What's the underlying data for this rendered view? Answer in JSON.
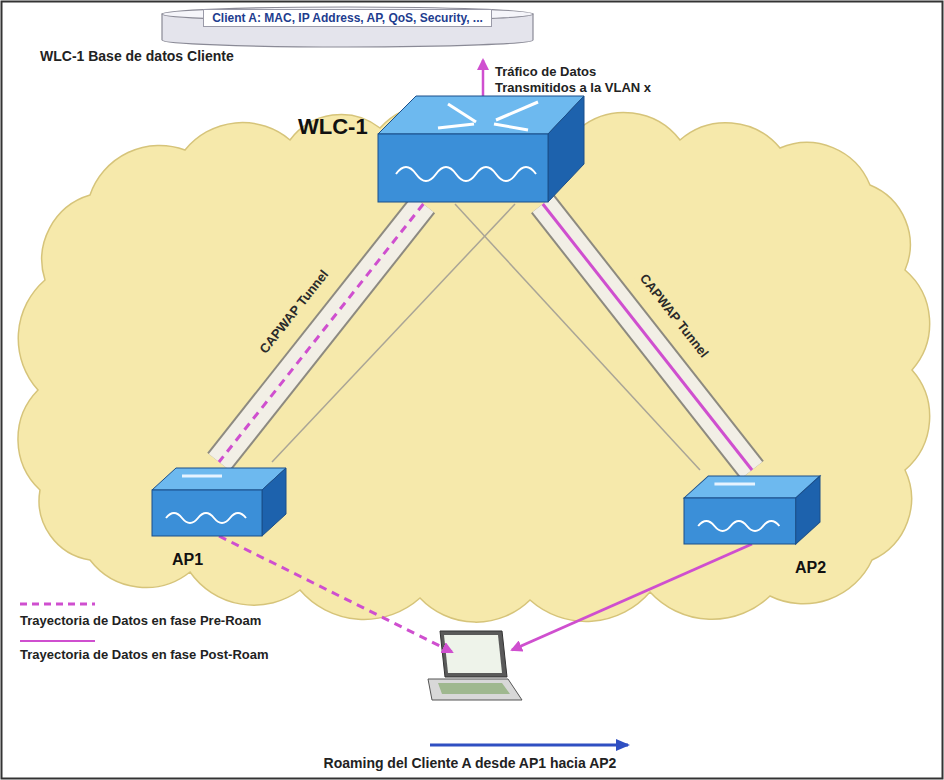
{
  "diagram": {
    "nodes": [
      {
        "text": [
          "Client A: MAC, IP Address, AP, QoS, Security, ...",
          "WLC-1 Base de datos Cliente"
        ]
      },
      {
        "text": [
          "WLC-1"
        ]
      },
      {
        "text": [
          "AP1"
        ]
      },
      {
        "text": [
          "AP2"
        ]
      }
    ],
    "edges": [
      {
        "from": 1,
        "to": 2,
        "label": "CAPWAP Tunnel",
        "arrow": "none"
      },
      {
        "from": 1,
        "to": 3,
        "label": "CAPWAP Tunnel",
        "arrow": "none"
      }
    ],
    "labels": [
      "Tráfico de Datos Transmitidos a la VLAN x",
      "Roaming del Cliente A desde AP1 hacia AP2"
    ],
    "legend": [
      {
        "text": "Trayectoria de Datos en fase Pre-Roam"
      },
      {
        "text": "Trayectoria de Datos en fase Post-Roam"
      }
    ]
  }
}
